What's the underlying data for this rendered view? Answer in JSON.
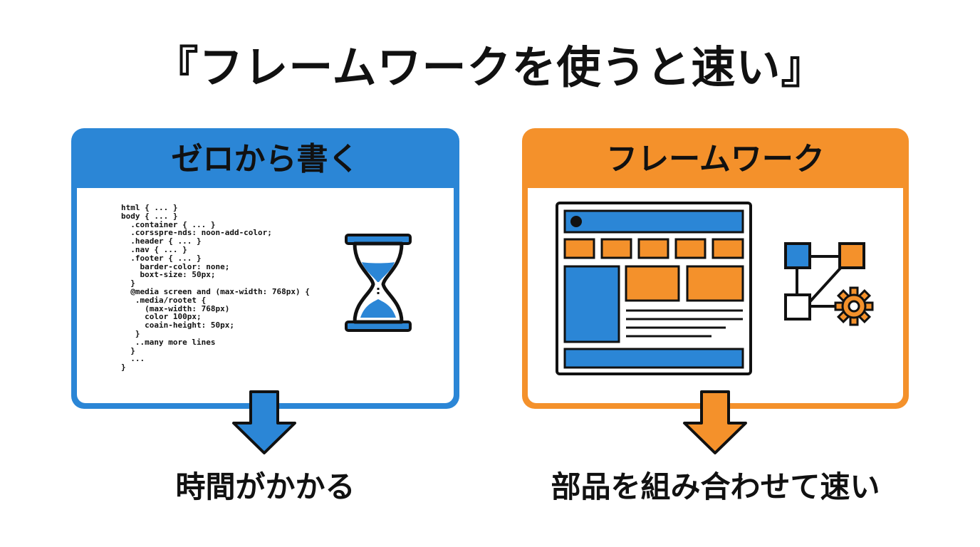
{
  "title": "『フレームワークを使うと速い』",
  "left_panel": {
    "heading": "ゼロから書く",
    "code_lines": [
      "html { ... }",
      "body { ... }",
      "  .container { ... }",
      "  .corsspre-nds: noon-add-color;",
      "  .header { ... }",
      "  .nav { ... }",
      "  .footer { ... }",
      "    barder-color: none;",
      "    boxt-size: 50px;",
      "  }",
      "  @media screen and (max-width: 768px) {",
      "   .media/rootet {",
      "     (max-width: 768px)",
      "     color 100px;",
      "     coain-height: 50px;",
      "   }",
      "   ..many more lines",
      "  }",
      "  ...",
      "}"
    ],
    "icon": "hourglass-icon",
    "result": "時間がかかる",
    "color": "#2b86d6"
  },
  "right_panel": {
    "heading": "フレームワーク",
    "icon": "component-graph-icon",
    "result": "部品を組み合わせて速い",
    "color": "#f4912b"
  }
}
